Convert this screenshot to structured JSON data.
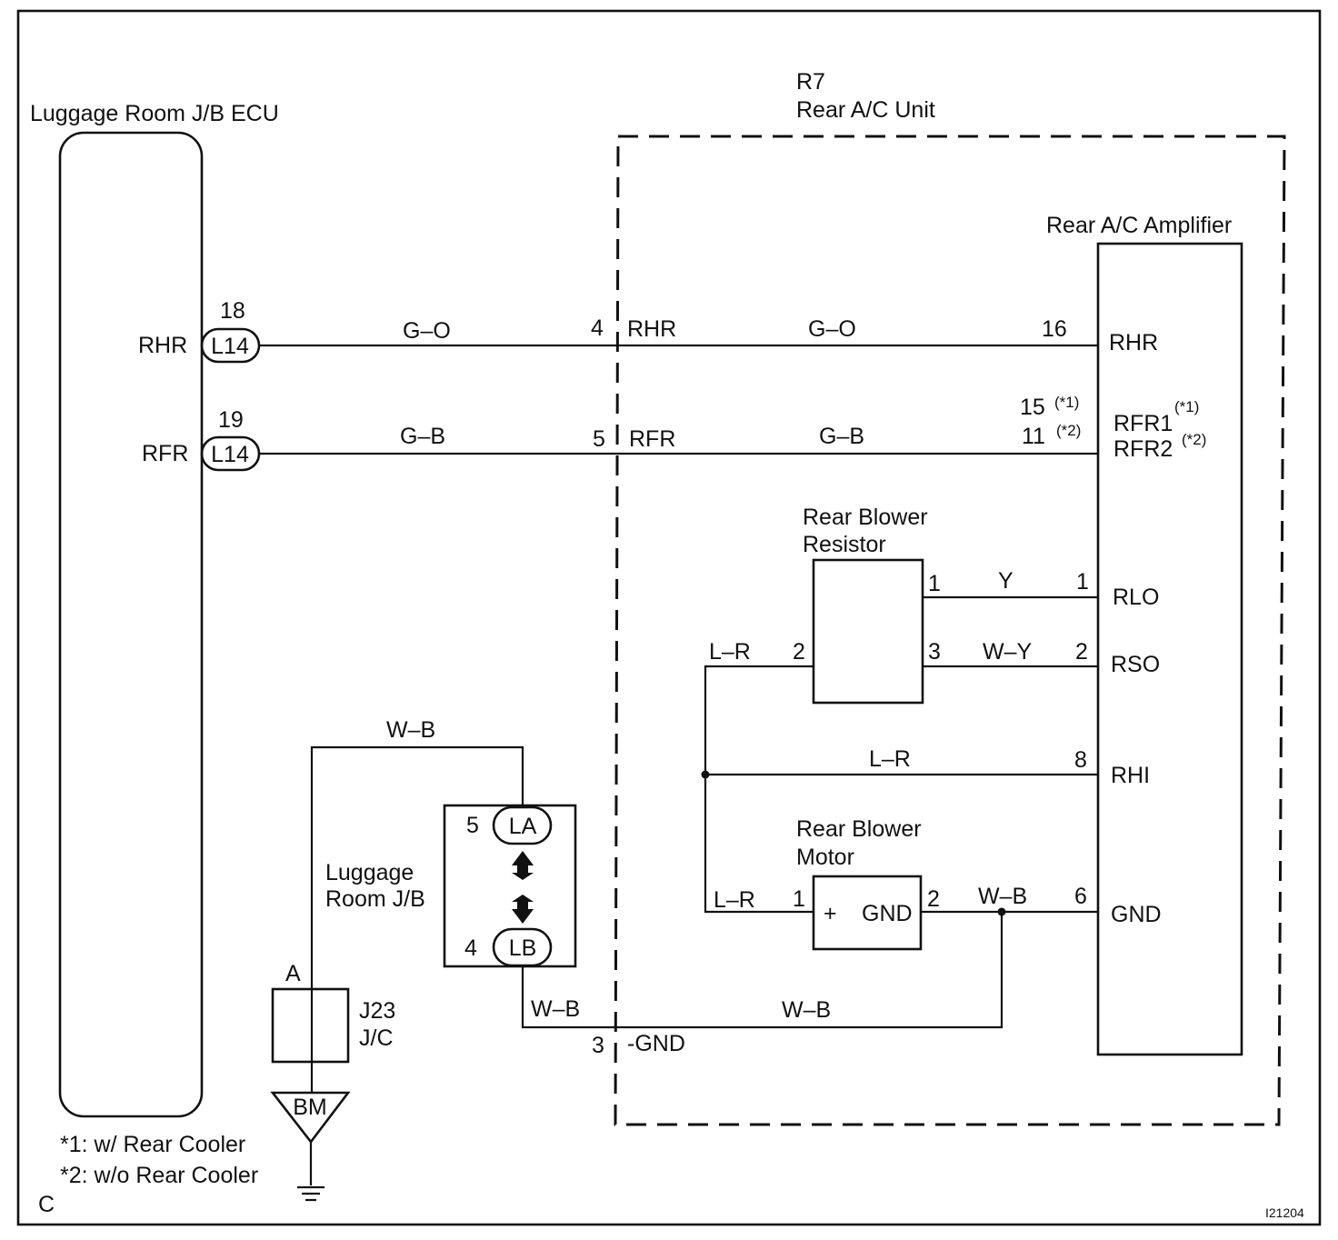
{
  "components": {
    "ecu_label": "Luggage Room J/B ECU",
    "unit_code": "R7",
    "unit_name": "Rear A/C Unit",
    "amplifier_label": "Rear A/C Amplifier",
    "resistor_label_1": "Rear Blower",
    "resistor_label_2": "Resistor",
    "motor_label_1": "Rear Blower",
    "motor_label_2": "Motor",
    "motor_plus": "+",
    "motor_gnd": "GND",
    "jb_label_1": "Luggage",
    "jb_label_2": "Room J/B",
    "jc_code": "J23",
    "jc_name": "J/C",
    "jc_pin": "A",
    "ground_point": "BM",
    "page_letter": "C",
    "figure_code": "I21204"
  },
  "ecu": {
    "rhr_label": "RHR",
    "rfr_label": "RFR",
    "rhr_pin": "18",
    "rfr_pin": "19",
    "connector": "L14"
  },
  "unit_pins": {
    "rhr_pin": "4",
    "rhr_label": "RHR",
    "rfr_pin": "5",
    "rfr_label": "RFR",
    "gnd_pin": "3",
    "gnd_label": "-GND"
  },
  "wires": {
    "rhr_outer": "G–O",
    "rhr_inner": "G–O",
    "rfr_outer": "G–B",
    "rfr_inner": "G–B",
    "rlo": "Y",
    "rso": "W–Y",
    "resistor_feed": "L–R",
    "rhi": "L–R",
    "motor_feed": "L–R",
    "motor_gnd": "W–B",
    "jb_top": "W–B",
    "jb_bottom": "W–B",
    "gnd_return": "W–B"
  },
  "amplifier": {
    "rhr_pin": "16",
    "rhr_label": "RHR",
    "rfr_pin1": "15",
    "rfr_pin1_note": "(*1)",
    "rfr_pin2": "11",
    "rfr_pin2_note": "(*2)",
    "rfr1_label": "RFR1",
    "rfr1_note": "(*1)",
    "rfr2_label": "RFR2",
    "rfr2_note": "(*2)",
    "rlo_pin": "1",
    "rlo_label": "RLO",
    "rso_pin": "2",
    "rso_label": "RSO",
    "rhi_pin": "8",
    "rhi_label": "RHI",
    "gnd_pin": "6",
    "gnd_label": "GND"
  },
  "resistor": {
    "pin1": "1",
    "pin2": "2",
    "pin3": "3"
  },
  "motor": {
    "pin1": "1",
    "pin2": "2"
  },
  "jb": {
    "la_pin": "5",
    "la_label": "LA",
    "lb_pin": "4",
    "lb_label": "LB"
  },
  "notes": {
    "note1": "*1: w/ Rear Cooler",
    "note2": "*2: w/o Rear Cooler"
  }
}
